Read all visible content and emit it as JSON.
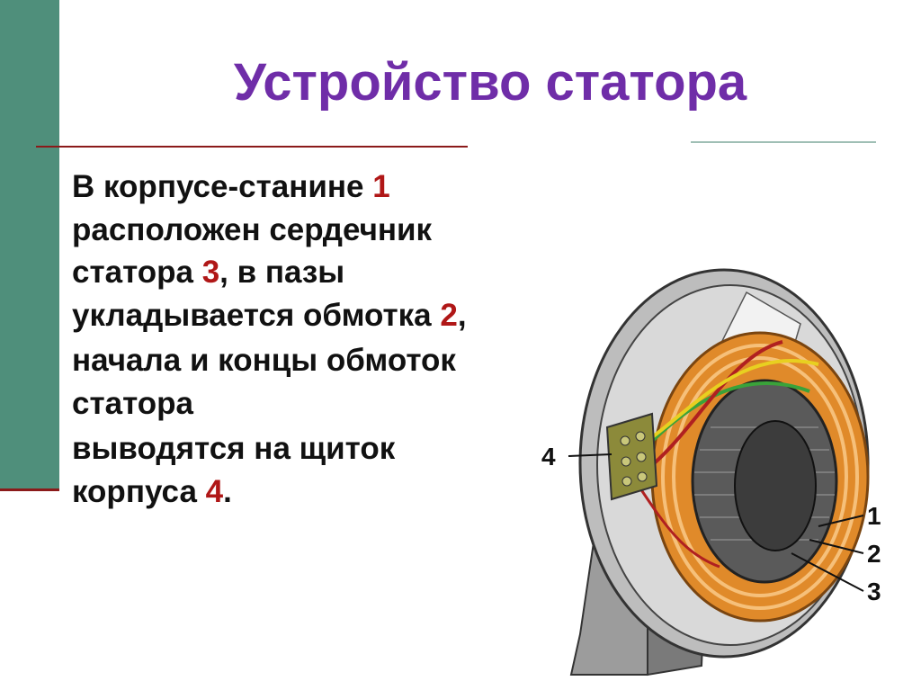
{
  "title": "Устройство статора",
  "body": {
    "p1_a": "В корпусе-станине ",
    "num_1": "1",
    "p1_b": " расположен сердечник статора ",
    "num_3": "3",
    "p1_c": ", в пазы укладывается обмотка ",
    "num_2": "2",
    "p1_d": ",",
    "p2": "начала и концы обмоток статора",
    "p3_a": "выводятся на щиток корпуса ",
    "num_4": "4",
    "p3_b": "."
  },
  "figure": {
    "callouts": [
      "1",
      "2",
      "3",
      "4"
    ],
    "colors": {
      "frame": "#bdbdbd",
      "winding": "#e08a2a",
      "core": "#555555",
      "terminal_box": "#8c8a3a",
      "wire_green": "#3aa23a",
      "wire_red": "#b02020",
      "wire_yellow": "#e8d020"
    }
  },
  "colors": {
    "title": "#6f2da8",
    "accent_bar": "#4f8f7b",
    "rule": "#8b1a1a",
    "number_highlight": "#b01717"
  }
}
